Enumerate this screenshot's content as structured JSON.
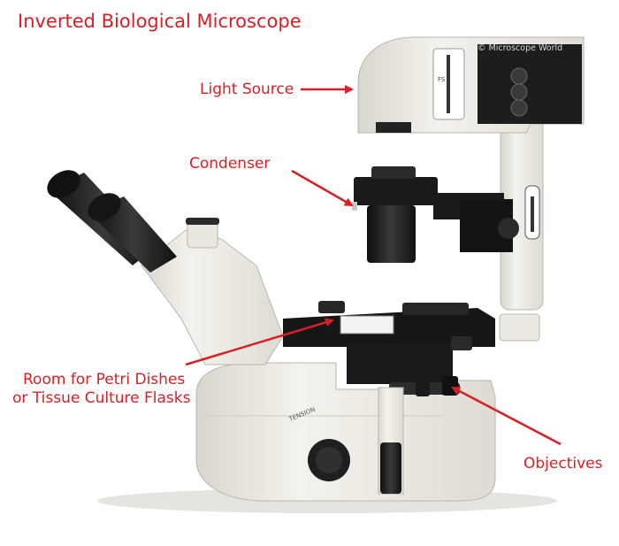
{
  "title": "Inverted Biological Microscope",
  "watermark": "© Microscope World",
  "labels": {
    "light_source": "Light Source",
    "condenser": "Condenser",
    "room_line1": "Room for Petri Dishes",
    "room_line2": "or Tissue Culture Flasks",
    "objectives": "Objectives"
  },
  "engravings": {
    "tension": "TENSION",
    "fs": "FS"
  },
  "colors": {
    "label_red": "#d81f26",
    "body_white": "#eeece5",
    "metal_black": "#1c1c1c",
    "background": "#ffffff"
  }
}
